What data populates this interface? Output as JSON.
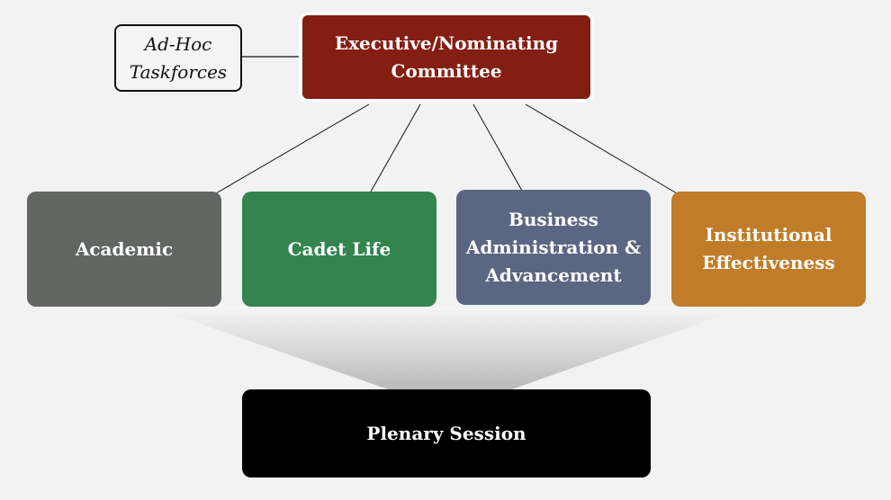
{
  "adhoc": {
    "label_line1": "Ad-Hoc",
    "label_line2": "Taskforces"
  },
  "executive": {
    "line1": "Executive/Nominating",
    "line2": "Committee",
    "color": "#841e12"
  },
  "committees": [
    {
      "label": "Academic",
      "color": "#626663"
    },
    {
      "label": "Cadet Life",
      "color": "#33844e"
    },
    {
      "label_line1": "Business",
      "label_line2": "Administration &",
      "label_line3": "Advancement",
      "color": "#5b6682"
    },
    {
      "label_line1": "Institutional",
      "label_line2": "Effectiveness",
      "color": "#c07c28"
    }
  ],
  "plenary": {
    "label": "Plenary Session",
    "color": "#000000"
  }
}
